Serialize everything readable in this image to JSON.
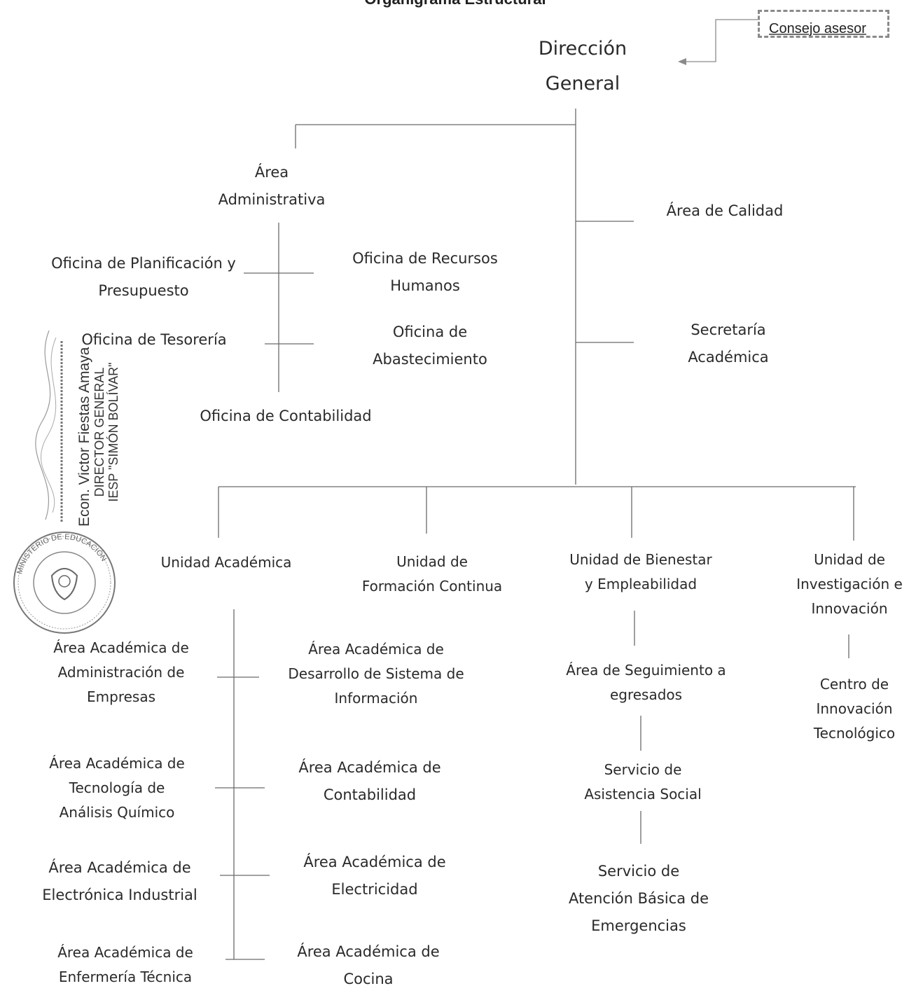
{
  "title": "Organigrama Estructural",
  "consejo_asesor": "Consejo asesor",
  "direccion_general": "Dirección\nGeneral",
  "administracion": {
    "area": "Área\nAdministrativa",
    "planificacion": "Oficina de Planificación y\nPresupuesto",
    "recursos_humanos": "Oficina de Recursos\nHumanos",
    "tesoreria": "Oficina de Tesorería",
    "abastecimiento": "Oficina de\nAbastecimiento",
    "contabilidad": "Oficina de Contabilidad"
  },
  "area_calidad": "Área de Calidad",
  "secretaria_academica": "Secretaría\nAcadémica",
  "unidades": {
    "academica": "Unidad Académica",
    "formacion_continua": "Unidad de\nFormación Continua",
    "bienestar": "Unidad de Bienestar\ny Empleabilidad",
    "investigacion": "Unidad de\nInvestigación e\nInnovación"
  },
  "areas_academicas": {
    "administracion_empresas": "Área Académica de\nAdministración de\nEmpresas",
    "desarrollo_sistemas": "Área Académica de\nDesarrollo de Sistema de\nInformación",
    "analisis_quimico": "Área Académica de\nTecnología de\nAnálisis Químico",
    "contabilidad": "Área Académica de\nContabilidad",
    "electronica": "Área Académica de\nElectrónica Industrial",
    "electricidad": "Área Académica de\nElectricidad",
    "enfermeria": "Área Académica de\nEnfermería Técnica",
    "cocina": "Área Académica de\nCocina"
  },
  "bienestar": {
    "seguimiento": "Área de Seguimiento a\negresados",
    "asistencia_social": "Servicio de\nAsistencia Social",
    "emergencias": "Servicio de\nAtención Básica de\nEmergencias"
  },
  "centro_innovacion": "Centro de\nInnovación\nTecnológico",
  "signature": {
    "name": "Econ. Victor Fiestas Amaya",
    "role": "DIRECTOR GENERAL",
    "institution": "IESP \"SIMÓN BOLÍVAR\""
  },
  "seal_text": "MINISTERIO DE EDUCACIÓN"
}
